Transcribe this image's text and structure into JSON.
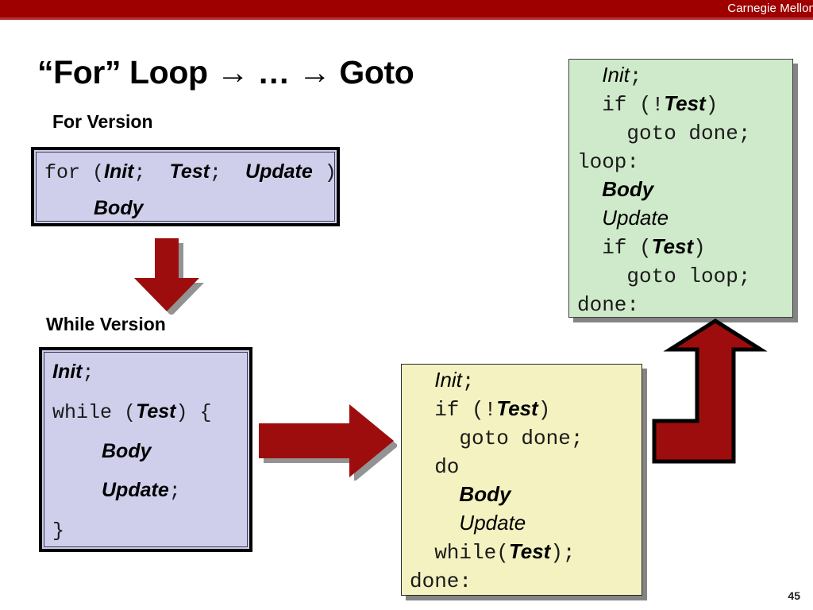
{
  "header": {
    "brand": "Carnegie Mellon",
    "bar_color": "#9e0000"
  },
  "slide": {
    "title": "“For” Loop → … → Goto",
    "page_number": "45"
  },
  "headings": {
    "for_version": "For Version",
    "while_version": "While Version"
  },
  "colors": {
    "purple_box": "#cfcfec",
    "green_box": "#cfeaca",
    "yellow_box": "#f4f2c0",
    "arrow_red": "#9e0d0d",
    "arrow_shadow": "#808080"
  },
  "boxes": {
    "for": {
      "label": "For Version",
      "lines": [
        {
          "parts": [
            {
              "text": "for (",
              "style": "mono"
            },
            {
              "text": "Init",
              "style": "var"
            },
            {
              "text": ";  ",
              "style": "mono"
            },
            {
              "text": "Test",
              "style": "var"
            },
            {
              "text": ";  ",
              "style": "mono"
            },
            {
              "text": "Update",
              "style": "var"
            },
            {
              "text": " )",
              "style": "mono"
            }
          ]
        },
        {
          "parts": [
            {
              "text": "Body",
              "style": "var"
            }
          ]
        }
      ]
    },
    "while": {
      "label": "While Version",
      "lines": [
        {
          "parts": [
            {
              "text": "Init",
              "style": "var"
            },
            {
              "text": ";",
              "style": "mono"
            }
          ]
        },
        {
          "parts": [
            {
              "text": "while (",
              "style": "mono"
            },
            {
              "text": "Test",
              "style": "var"
            },
            {
              "text": ") {",
              "style": "mono"
            }
          ]
        },
        {
          "parts": [
            {
              "text": "Body",
              "style": "var"
            }
          ]
        },
        {
          "parts": [
            {
              "text": "Update",
              "style": "var"
            },
            {
              "text": ";",
              "style": "mono"
            }
          ]
        },
        {
          "parts": [
            {
              "text": "}",
              "style": "mono"
            }
          ]
        }
      ]
    },
    "dowhile": {
      "lines": [
        {
          "parts": [
            {
              "text": "  ",
              "style": "mono"
            },
            {
              "text": "Init",
              "style": "var-light"
            },
            {
              "text": ";",
              "style": "mono"
            }
          ]
        },
        {
          "parts": [
            {
              "text": "  if (!",
              "style": "mono"
            },
            {
              "text": "Test",
              "style": "var"
            },
            {
              "text": ")",
              "style": "mono"
            }
          ]
        },
        {
          "parts": [
            {
              "text": "    goto done;",
              "style": "mono"
            }
          ]
        },
        {
          "parts": [
            {
              "text": "  do",
              "style": "mono"
            }
          ]
        },
        {
          "parts": [
            {
              "text": "    ",
              "style": "mono"
            },
            {
              "text": "Body",
              "style": "var"
            }
          ]
        },
        {
          "parts": [
            {
              "text": "    ",
              "style": "mono"
            },
            {
              "text": "Update",
              "style": "var-light"
            }
          ]
        },
        {
          "parts": [
            {
              "text": "  while(",
              "style": "mono"
            },
            {
              "text": "Test",
              "style": "var"
            },
            {
              "text": ");",
              "style": "mono"
            }
          ]
        },
        {
          "parts": [
            {
              "text": "done:",
              "style": "mono"
            }
          ]
        }
      ]
    },
    "goto": {
      "lines": [
        {
          "parts": [
            {
              "text": "  ",
              "style": "mono"
            },
            {
              "text": "Init",
              "style": "var-light"
            },
            {
              "text": ";",
              "style": "mono"
            }
          ]
        },
        {
          "parts": [
            {
              "text": "  if (!",
              "style": "mono"
            },
            {
              "text": "Test",
              "style": "var"
            },
            {
              "text": ")",
              "style": "mono"
            }
          ]
        },
        {
          "parts": [
            {
              "text": "    goto done;",
              "style": "mono"
            }
          ]
        },
        {
          "parts": [
            {
              "text": "loop:",
              "style": "mono"
            }
          ]
        },
        {
          "parts": [
            {
              "text": "  ",
              "style": "mono"
            },
            {
              "text": "Body",
              "style": "var"
            }
          ]
        },
        {
          "parts": [
            {
              "text": "  ",
              "style": "mono"
            },
            {
              "text": "Update",
              "style": "var-light"
            }
          ]
        },
        {
          "parts": [
            {
              "text": "  if (",
              "style": "mono"
            },
            {
              "text": "Test",
              "style": "var"
            },
            {
              "text": ")",
              "style": "mono"
            }
          ]
        },
        {
          "parts": [
            {
              "text": "    goto loop;",
              "style": "mono"
            }
          ]
        },
        {
          "parts": [
            {
              "text": "done:",
              "style": "mono"
            }
          ]
        }
      ]
    }
  },
  "arrows": {
    "down": "arrow-down-icon",
    "right": "arrow-right-icon",
    "bent_up": "arrow-bent-up-icon"
  }
}
